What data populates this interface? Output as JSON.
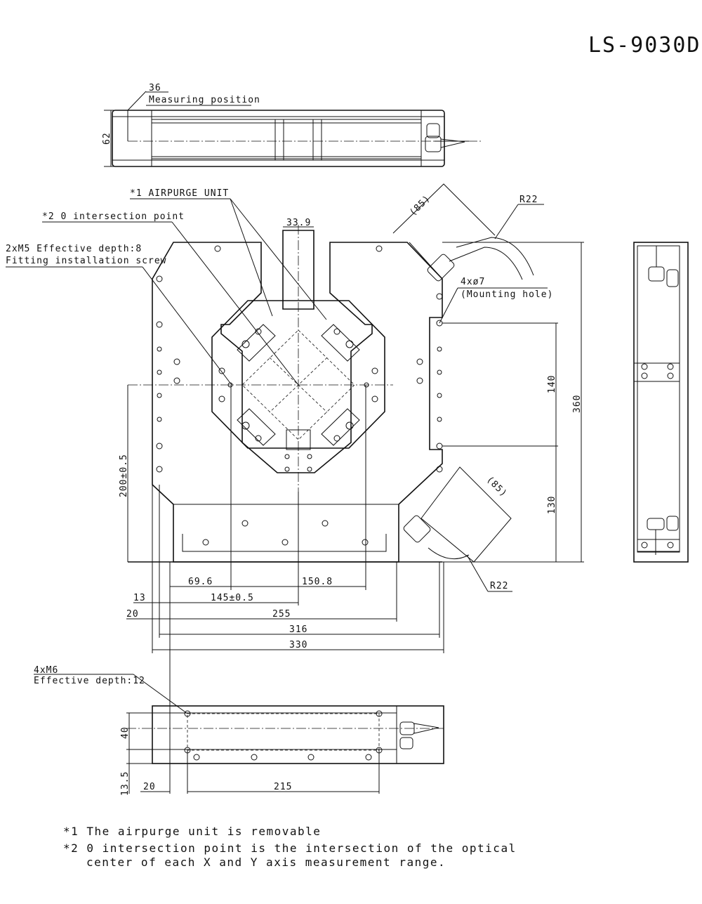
{
  "title": "LS-9030D",
  "top_view": {
    "dim_36": "36",
    "measuring_position": "Measuring position",
    "dim_62": "62"
  },
  "main_view": {
    "airpurge": "*1 AIRPURGE UNIT",
    "intersection": "*2 0 intersection point",
    "m5_line1": "2xM5 Effective depth:8",
    "m5_line2": "Fitting installation screw",
    "dim_33_9": "33.9",
    "dim_85_top": "(85)",
    "r22_top": "R22",
    "mount_line1": "4xø7",
    "mount_line2": "(Mounting hole)",
    "dim_140": "140",
    "dim_360": "360",
    "dim_130": "130",
    "dim_200": "200±0.5",
    "dim_85_bot": "(85)",
    "r22_bot": "R22",
    "dim_69_6": "69.6",
    "dim_150_8": "150.8",
    "dim_13": "13",
    "dim_145": "145±0.5",
    "dim_20": "20",
    "dim_255": "255",
    "dim_316": "316",
    "dim_330": "330"
  },
  "bottom_view": {
    "m6_line1": "4xM6",
    "m6_line2": "Effective depth:12",
    "dim_40": "40",
    "dim_13_5": "13.5",
    "dim_20": "20",
    "dim_215": "215"
  },
  "notes": {
    "note1": "*1 The airpurge unit is removable",
    "note2_line1": "*2 0 intersection point is the intersection of the optical",
    "note2_line2": "center of each X and Y axis measurement range."
  }
}
